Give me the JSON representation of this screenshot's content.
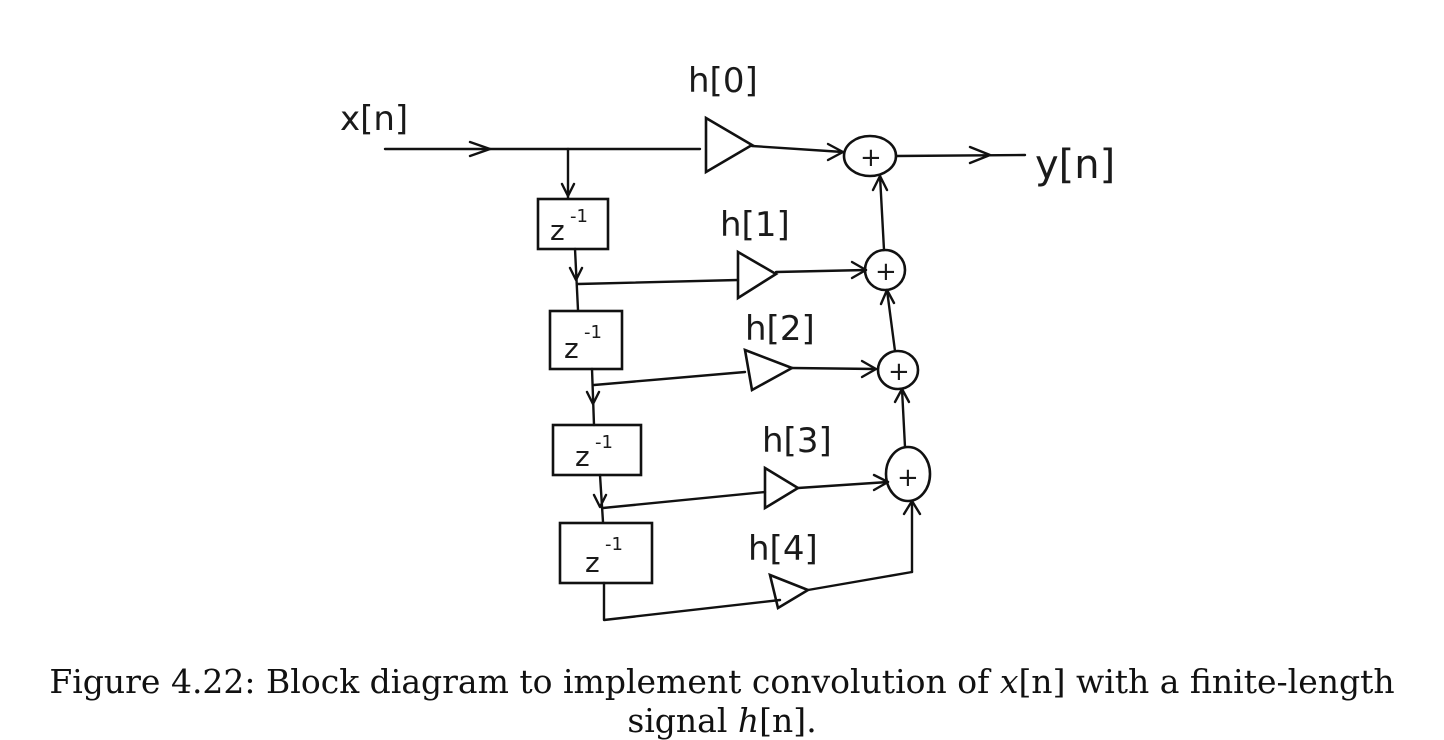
{
  "diagram": {
    "input_label": "x[n]",
    "output_label": "y[n]",
    "gains": [
      "h[0]",
      "h[1]",
      "h[2]",
      "h[3]",
      "h[4]"
    ],
    "delay_label": "z",
    "delay_exponent": "-1",
    "adder_symbol": "+"
  },
  "caption": {
    "prefix": "Figure 4.22: Block diagram to implement convolution of ",
    "x": "x",
    "xn_bracket": "[n]",
    "middle": " with a finite-length signal ",
    "h": "h",
    "hn_bracket": "[n]",
    "suffix": "."
  }
}
